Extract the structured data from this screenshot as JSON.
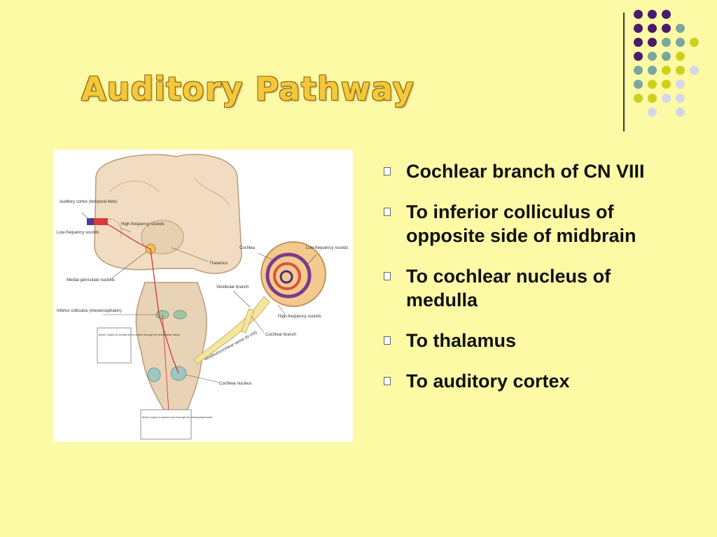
{
  "slide": {
    "title": "Auditory Pathway",
    "accent_colors": {
      "background": "#fdfaa6",
      "title": "#f4c83a",
      "dot_purple": "#4b1b6b",
      "dot_teal": "#7aa6a0",
      "dot_olive": "#cfcf1e",
      "dot_lavender": "#d6d6ea"
    },
    "bullets": [
      {
        "text": "Cochlear branch of CN VIII"
      },
      {
        "text": "To inferior colliculus of opposite side of midbrain"
      },
      {
        "text": "To cochlear nucleus of medulla"
      },
      {
        "text": "To thalamus"
      },
      {
        "text": "To auditory cortex"
      }
    ],
    "bullet_icon": "box-bullet-icon"
  },
  "figure": {
    "labels": {
      "auditory_cortex": "Auditory cortex (temporal lobe)",
      "high_freq_cortex": "High-frequency sounds",
      "low_freq_cortex": "Low-frequency sounds",
      "thalamus": "Thalamus",
      "medial_geniculate": "Medial geniculate nucleus",
      "inferior_colliculus": "Inferior colliculus (mesencephalon)",
      "motor_cranial": "Motor output to cranial nerve nuclei through the tectobulbar tracts",
      "cochlea": "Cochlea",
      "low_freq_cochlea": "Low-frequency sounds",
      "vestibular_branch": "Vestibular branch",
      "high_freq_cochlea": "High-frequency sounds",
      "cochlear_branch": "Cochlear branch",
      "vestibulocochlear": "Vestibulocochlear nerve (N VIII)",
      "cochlear_nucleus": "Cochlear nucleus",
      "motor_spinal": "Motor output to spinal cord through the tectospinal tracts"
    }
  }
}
